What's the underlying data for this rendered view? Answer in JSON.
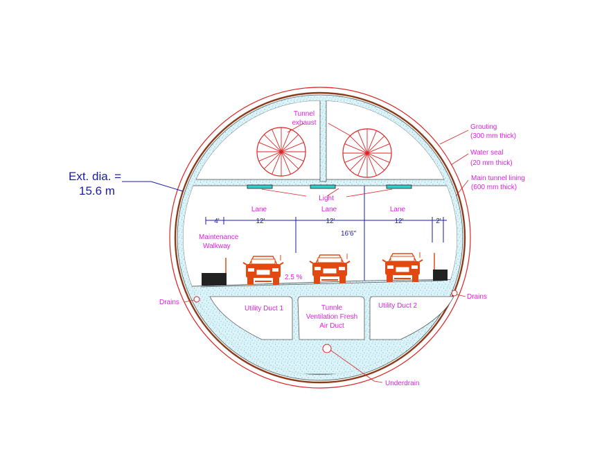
{
  "diagram": {
    "external_diameter": {
      "line1": "Ext. dia. =",
      "line2": "15.6 m"
    },
    "layers": {
      "grouting": {
        "line1": "Grouting",
        "line2": "(300 mm thick)"
      },
      "water_seal": {
        "line1": "Water seal",
        "line2": "(20 mm thick)"
      },
      "lining": {
        "line1": "Main tunnel lining",
        "line2": "(600 mm thick)"
      }
    },
    "tunnel_exhaust": {
      "line1": "Tunnel",
      "line2": "exhaust"
    },
    "light": "Light",
    "lanes": [
      {
        "label": "Lane",
        "width": "12'"
      },
      {
        "label": "Lane",
        "width": "12'"
      },
      {
        "label": "Lane",
        "width": "12'"
      }
    ],
    "left_offset": "4'",
    "right_offset": "2'",
    "clearance": "16'6\"",
    "walkway": {
      "line1": "Maintenance",
      "line2": "Walkway"
    },
    "slope": "2.5 %",
    "drains_left": "Drains",
    "drains_right": "Drains",
    "duct_1": "Utility Duct 1",
    "duct_center": {
      "line1": "Tunnle",
      "line2": "Ventilation Fresh",
      "line3": "Air Duct"
    },
    "duct_2": "Utility Duct 2",
    "underdrain": "Underdrain"
  },
  "colors": {
    "concrete_fill": "#dff4f8",
    "concrete_speckle": "#44b8d8",
    "grouting_ring": "#dd2222",
    "water_seal_ring": "#8b3a1a",
    "label_text": "#e020e0",
    "dimension": "#1a1aa8",
    "vehicle": "#e04a12",
    "fan": "#dd2222",
    "light_fixture": "#33cccc"
  }
}
